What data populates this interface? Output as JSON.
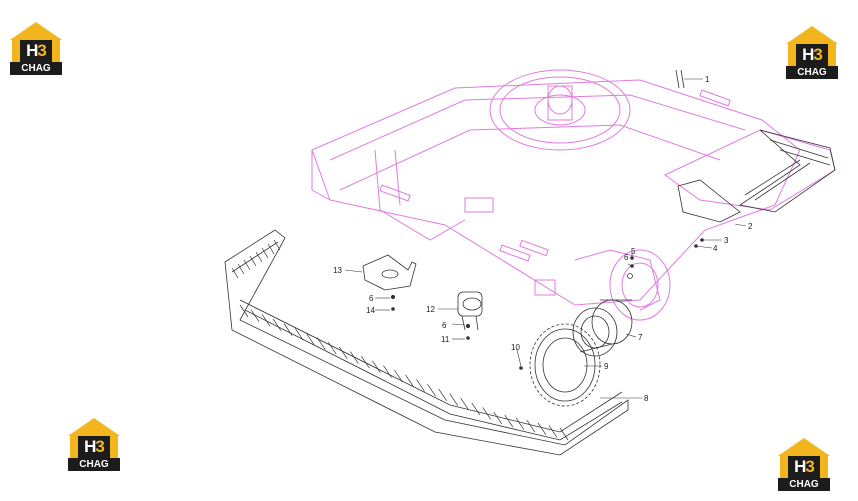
{
  "logo": {
    "mark_prefix": "H",
    "mark_suffix": "3",
    "brand": "CHAG"
  },
  "callouts": [
    "1",
    "2",
    "3",
    "4",
    "5",
    "6",
    "7",
    "8",
    "9",
    "10",
    "11",
    "12",
    "13",
    "14",
    "6",
    "6"
  ],
  "colors": {
    "frame": "#e07be0",
    "line": "#333333",
    "logo_yellow": "#f2b51d",
    "logo_dark": "#1c1c1c"
  }
}
